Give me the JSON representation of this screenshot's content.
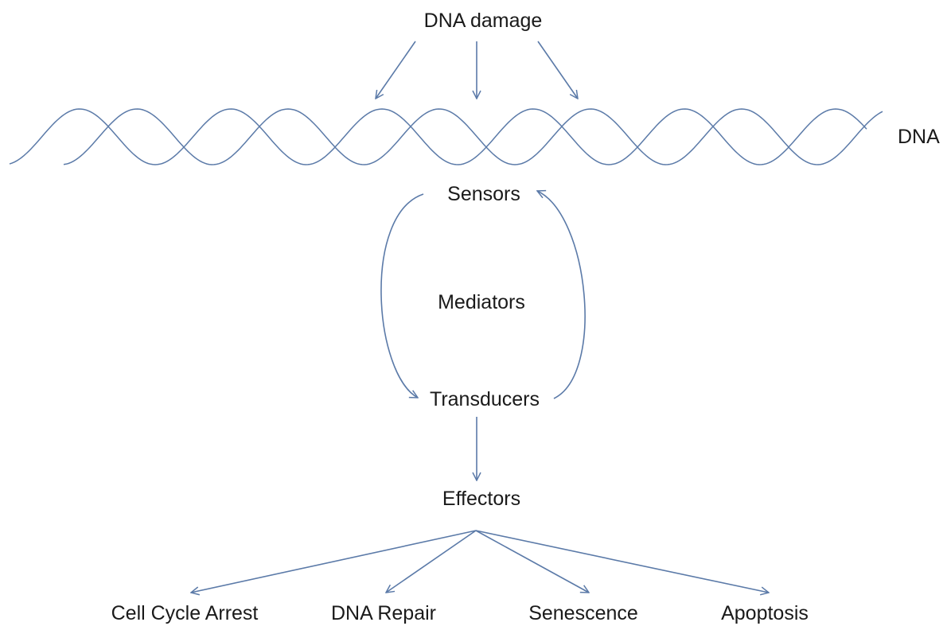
{
  "diagram": {
    "stroke_color": "#5b7aa8",
    "nodes": {
      "dna_damage": "DNA damage",
      "dna": "DNA",
      "sensors": "Sensors",
      "mediators": "Mediators",
      "transducers": "Transducers",
      "effectors": "Effectors"
    },
    "outcomes": [
      "Cell Cycle Arrest",
      "DNA Repair",
      "Senescence",
      "Apoptosis"
    ]
  }
}
